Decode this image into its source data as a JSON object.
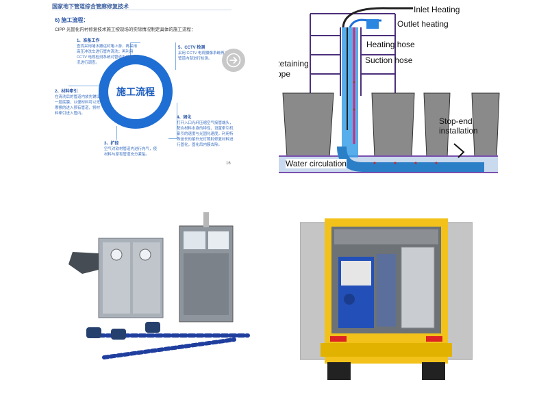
{
  "doc": {
    "header": "国家地下管道综合管廊修复技术",
    "section_title": "6) 施工流程：",
    "intro": "CIPP 光固化内衬修复技术施工按现场的实际情况制定具体的施工流程：",
    "center_label": "施工流程",
    "page_number": "16",
    "steps": [
      {
        "title": "1、准备工作",
        "desc": "查找采用堵水搬运封堵上游、再采用高压冲洗车进行管内清洗；再利用 CCTV 电视检测系统对管道内部的状况进行调查。"
      },
      {
        "title": "5、CCTV 检测",
        "desc": "采用 CCTV 电视摄像系统再次对管道内部进行检测。"
      },
      {
        "title": "2、材料牵引",
        "desc": "在清洗后的管道内放先铺设一层底膜，以便材料可以无摩擦的进入预有管道，将材料牵引进入管内。"
      },
      {
        "title": "4、固化",
        "desc": "打开入口光纤压缩空气接管端头，配合材料本身的特性，设置牵引机牵引的速度与光固化速度，利用特殊波长的紫外光灯照射修复材料进行固化，固化后内膜去除。"
      },
      {
        "title": "3、扩径",
        "desc": "空气对软材管道内进行充气，使材料与原有管道充分紧贴。"
      }
    ]
  },
  "diagram": {
    "labels": {
      "inlet": "Inlet Heating",
      "outlet": "Outlet heating",
      "heating_hose": "Heating hose",
      "suction_hose": "Suction hose",
      "retaining": "Retaining",
      "rope": "rope",
      "stop_end_1": "Stop-end",
      "stop_end_2": "installation",
      "water": "Water circulation"
    }
  },
  "colors": {
    "accent_blue": "#1f6ed3",
    "pipe_blue": "#3aa0e6",
    "frame_purple": "#4b2f7a",
    "truck_yellow": "#f2c21b"
  },
  "icons": {
    "next": "arrow-right-circle-icon"
  }
}
